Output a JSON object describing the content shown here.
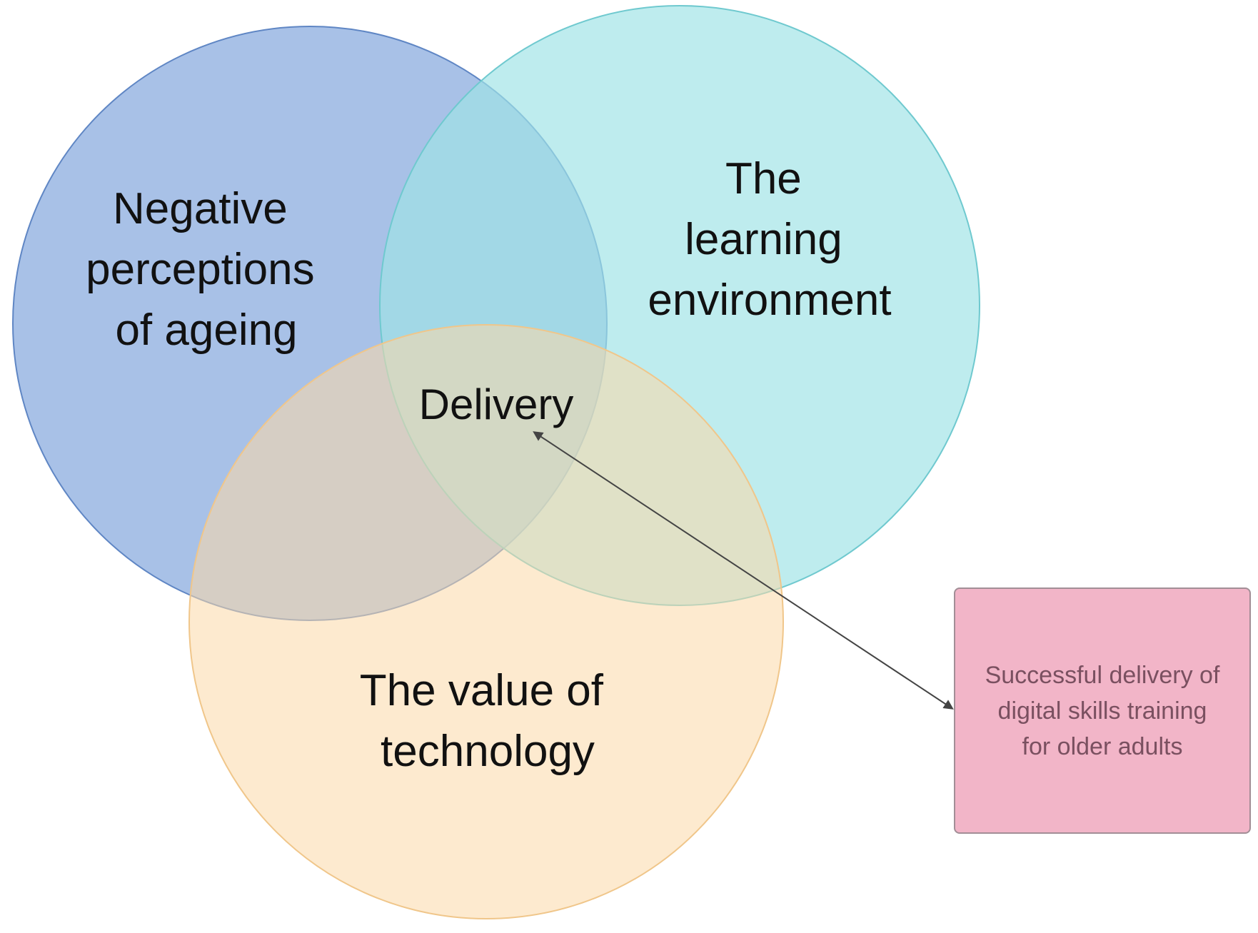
{
  "circles": [
    {
      "id": "negative-perceptions",
      "lines": [
        "Negative",
        "perceptions",
        "of ageing"
      ],
      "fill": "#8fb0e0",
      "stroke": "#5f86c4"
    },
    {
      "id": "learning-environment",
      "lines": [
        "The",
        "learning",
        "environment"
      ],
      "fill": "#9fe3e6",
      "stroke": "#6fc9cf"
    },
    {
      "id": "value-of-technology",
      "lines": [
        "The value of",
        "technology"
      ],
      "fill": "#fbd9a8",
      "stroke": "#f0c68a"
    }
  ],
  "center_label": "Delivery",
  "callout": {
    "lines": [
      "Successful delivery of",
      "digital skills training",
      "for older adults"
    ],
    "fill": "#f2b5c8"
  }
}
